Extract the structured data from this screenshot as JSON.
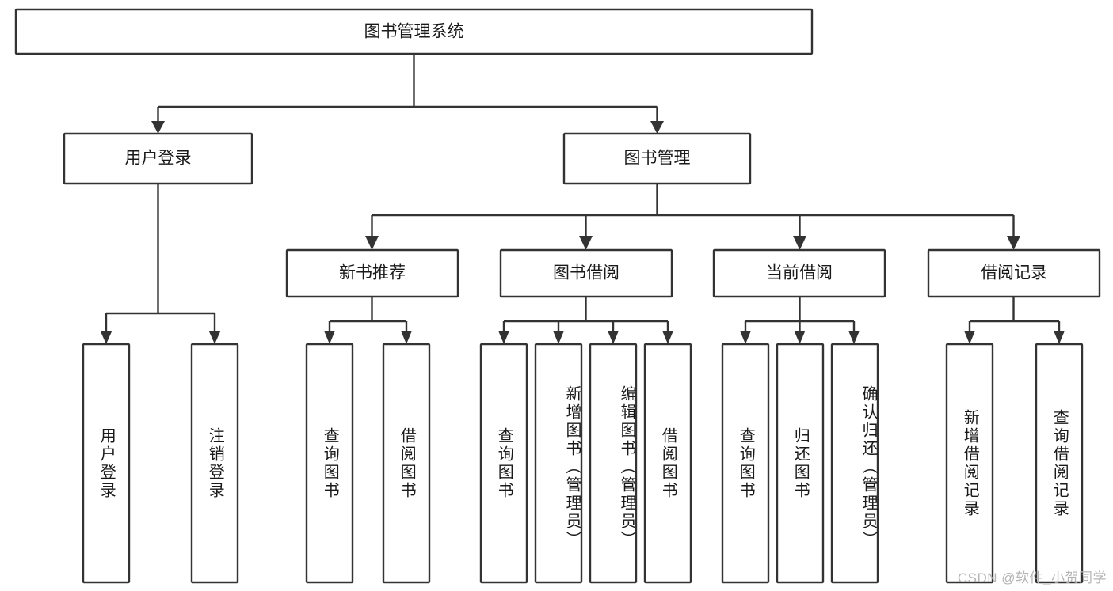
{
  "diagram": {
    "type": "tree",
    "title": "图书管理系统",
    "orientation": "top-down",
    "colors": {
      "box_stroke": "#333333",
      "box_fill": "#ffffff",
      "text": "#1a1a1a",
      "background": "#ffffff",
      "watermark": "#b4b4b4"
    },
    "root": {
      "label": "图书管理系统"
    },
    "level1": [
      {
        "label": "用户登录"
      },
      {
        "label": "图书管理"
      }
    ],
    "level2": [
      {
        "label": "新书推荐"
      },
      {
        "label": "图书借阅"
      },
      {
        "label": "当前借阅"
      },
      {
        "label": "借阅记录"
      }
    ],
    "leaves": {
      "user_login": [
        {
          "label": "用户登录"
        },
        {
          "label": "注销登录"
        }
      ],
      "new_book_recommend": [
        {
          "label": "查询图书"
        },
        {
          "label": "借阅图书"
        }
      ],
      "book_borrow": [
        {
          "label": "查询图书"
        },
        {
          "label": "新增图书（管理员）"
        },
        {
          "label": "编辑图书（管理员）"
        },
        {
          "label": "借阅图书"
        }
      ],
      "current_borrow": [
        {
          "label": "查询图书"
        },
        {
          "label": "归还图书"
        },
        {
          "label": "确认归还（管理员）"
        }
      ],
      "borrow_record": [
        {
          "label": "新增借阅记录"
        },
        {
          "label": "查询借阅记录"
        }
      ]
    }
  },
  "watermark": {
    "text": "CSDN @软件_小贺同学"
  }
}
